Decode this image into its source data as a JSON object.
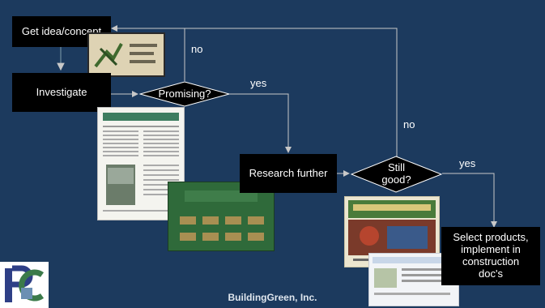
{
  "flowchart": {
    "nodes": {
      "get_idea": "Get idea/concept",
      "investigate": "Investigate",
      "promising": "Promising?",
      "research_further": "Research further",
      "still_good_line1": "Still",
      "still_good_line2": "good?",
      "select_line1": "Select products,",
      "select_line2": "implement in",
      "select_line3": "construction",
      "select_line4": "doc's"
    },
    "edge_labels": {
      "promising_no": "no",
      "promising_yes": "yes",
      "still_good_no": "no",
      "still_good_yes": "yes"
    }
  },
  "footer": {
    "company": "BuildingGreen, Inc."
  },
  "colors": {
    "background": "#1c3a5e",
    "node_fill": "#000000",
    "arrow": "#c8c8c8"
  }
}
